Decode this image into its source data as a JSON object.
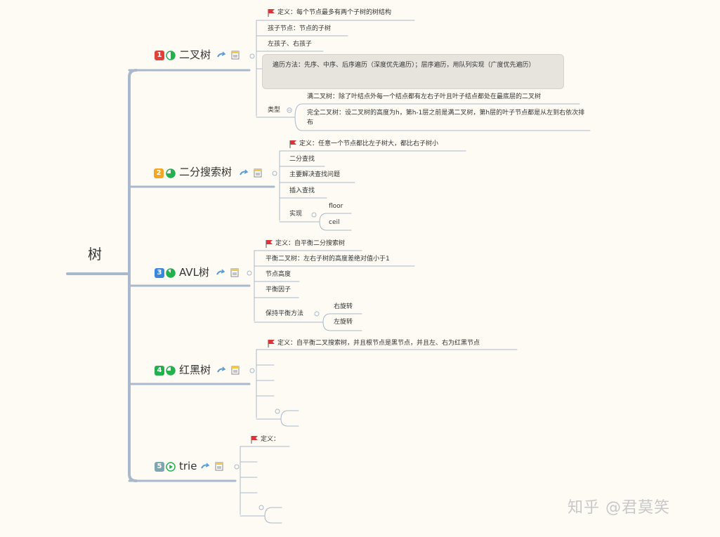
{
  "root": {
    "label": "树"
  },
  "watermark": "知乎 @君莫笑",
  "colors": {
    "line": "#a9b8cc",
    "flag": "#d9353a",
    "badge1": "#e0413b",
    "badge2": "#f5a623",
    "badge3": "#3a87e0",
    "badge4": "#22b14c",
    "badge5": "#7fa6b0",
    "progress": "#22b14c"
  },
  "topics": [
    {
      "number": "1",
      "title": "二叉树",
      "progress_icon": "half-progress-icon",
      "definition": "定义：每个节点最多有两个子树的树结构",
      "items": [
        "孩子节点：节点的子树",
        "左孩子、右孩子"
      ],
      "traversal": "遍历方法：先序、中序、后序遍历（深度优先遍历）；层序遍历，用队列实现（广度优先遍历）",
      "types_label": "类型",
      "types": [
        "满二叉树：除了叶结点外每一个结点都有左右子叶且叶子结点都处在最底层的二叉树",
        "完全二叉树：设二叉树的高度为h，第h-1层之前是满二叉树，第h层的叶子节点都是从左到右依次排布"
      ]
    },
    {
      "number": "2",
      "title": "二分搜索树",
      "progress_icon": "three-quarter-progress-icon",
      "definition": "定义：任意一个节点都比左子树大，都比右子树小",
      "items": [
        "二分查找",
        "主要解决查找问题",
        "插入查找"
      ],
      "impl_label": "实现",
      "impl": [
        "floor",
        "ceil"
      ]
    },
    {
      "number": "3",
      "title": "AVL树",
      "progress_icon": "almost-full-progress-icon",
      "definition": "定义：自平衡二分搜索树",
      "items": [
        "平衡二叉树：左右子树的高度差绝对值小于1",
        "节点高度",
        "平衡因子"
      ],
      "balance_label": "保持平衡方法",
      "balance": [
        "右旋转",
        "左旋转"
      ]
    },
    {
      "number": "4",
      "title": "红黑树",
      "progress_icon": "three-quarter-progress-icon",
      "definition": "定义：自平衡二叉搜索树，并且根节点是黑节点，并且左、右为红黑节点"
    },
    {
      "number": "5",
      "title": "trie",
      "progress_icon": "play-icon",
      "definition": "定义："
    }
  ]
}
